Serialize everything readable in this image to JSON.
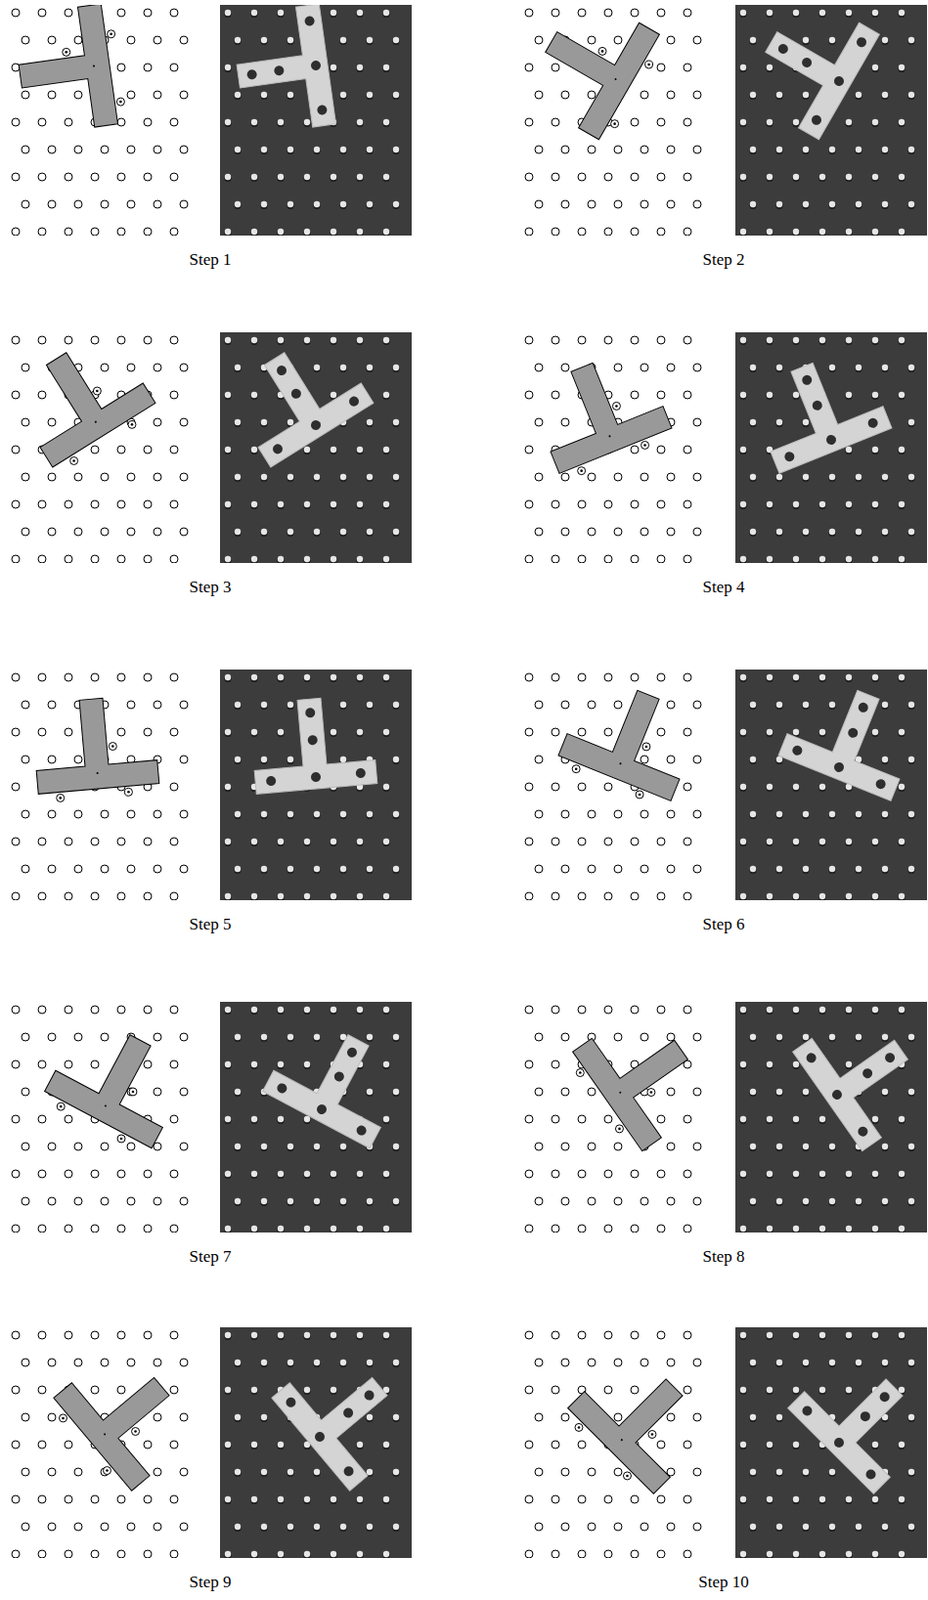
{
  "diagram": {
    "labels": [
      "Step 1",
      "Step 2",
      "Step 3",
      "Step 4",
      "Step 5",
      "Step 6",
      "Step 7",
      "Step 8",
      "Step 9",
      "Step 10"
    ]
  }
}
